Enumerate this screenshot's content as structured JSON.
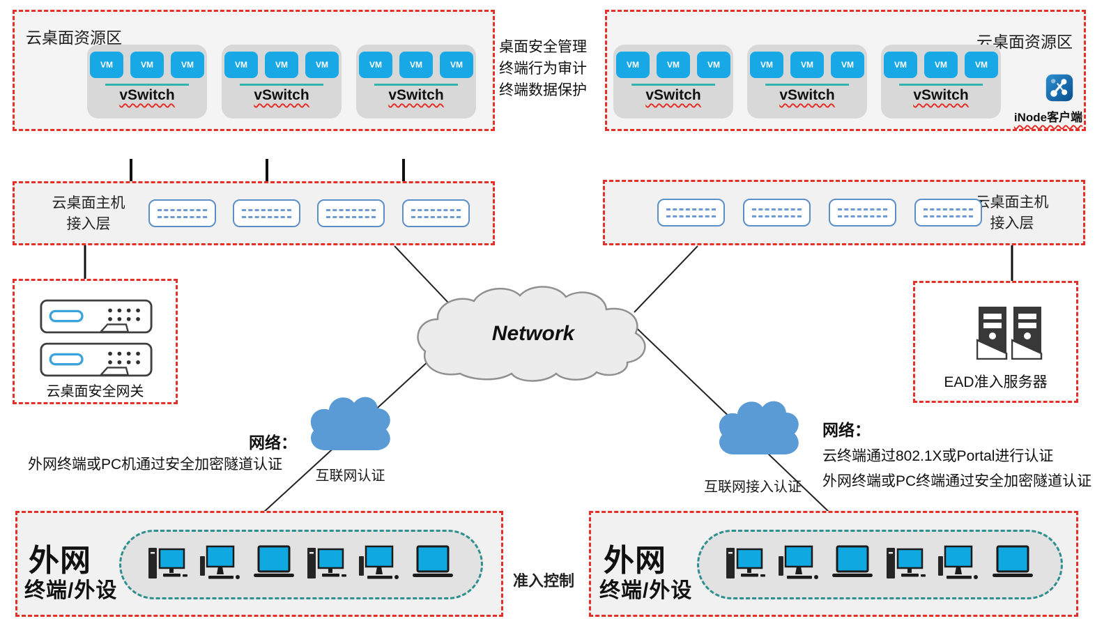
{
  "resource_zone_left": {
    "title": "云桌面资源区"
  },
  "resource_zone_right": {
    "title": "云桌面资源区",
    "inode_label": "iNode客户端"
  },
  "security_notes": [
    "桌面安全管理",
    "终端行为审计",
    "终端数据保护"
  ],
  "vswitch": {
    "label": "vSwitch",
    "vm_label": "VM"
  },
  "access_layer_left": {
    "line1": "云桌面主机",
    "line2": "接入层"
  },
  "access_layer_right": {
    "line1": "云桌面主机",
    "line2": "接入层"
  },
  "gateway": {
    "label": "云桌面安全网关"
  },
  "ead_server": {
    "label": "EAD准入服务器"
  },
  "network_cloud": {
    "label": "Network"
  },
  "internet_auth_left": {
    "label": "互联网认证"
  },
  "internet_auth_right": {
    "label": "互联网接入认证"
  },
  "note_left": {
    "title": "网络：",
    "line1": "外网终端或PC机通过安全加密隧道认证"
  },
  "note_right": {
    "title": "网络：",
    "line1": "云终端通过802.1X或Portal进行认证",
    "line2": "外网终端或PC终端通过安全加密隧道认证"
  },
  "admission_control": {
    "label": "准入控制"
  },
  "extranet_left": {
    "title": "外网",
    "subtitle": "终端/外设"
  },
  "extranet_right": {
    "title": "外网",
    "subtitle": "终端/外设"
  },
  "colors": {
    "border_red": "#e43028",
    "vm_blue": "#18a8e6",
    "teal_line": "#2fb3ab",
    "switch_border": "#5b8fc7",
    "internet_cloud_blue": "#5b9bd5",
    "terminal_screen_blue": "#0fa8e0",
    "pill_border_teal": "#2e8f8f"
  }
}
